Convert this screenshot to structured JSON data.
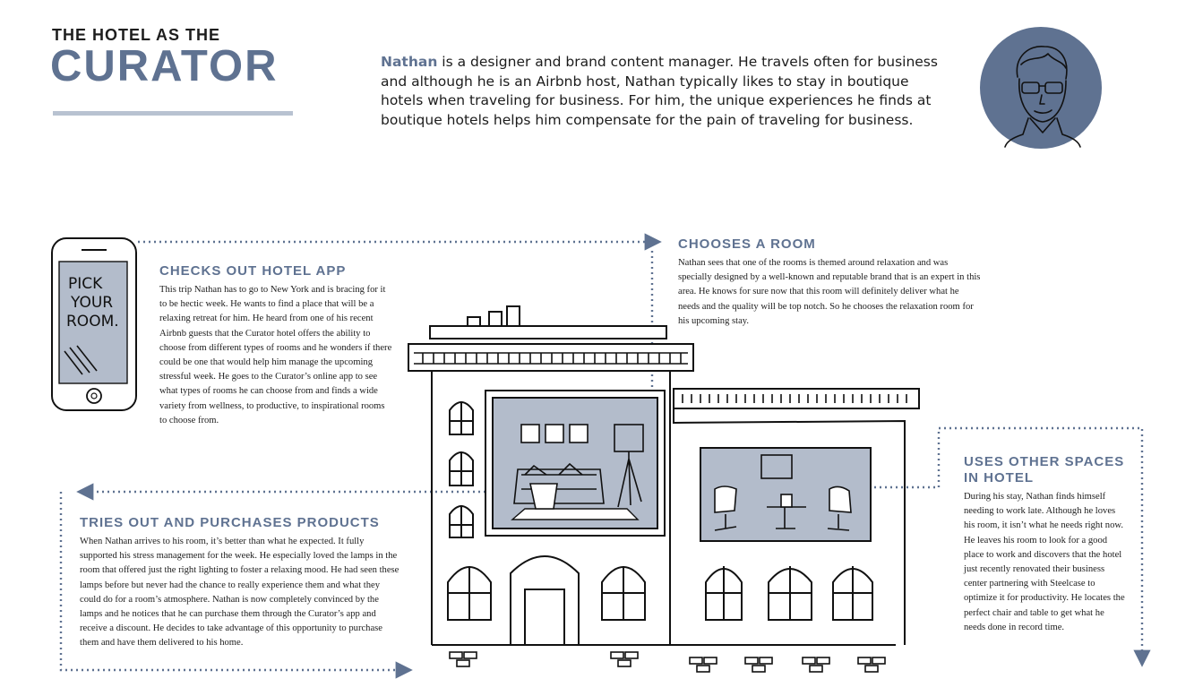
{
  "header": {
    "kicker": "THE HOTEL AS THE",
    "title": "CURATOR"
  },
  "intro": {
    "name": "Nathan",
    "text": " is a designer and brand content manager. He travels often for business and although he is an Airbnb host, Nathan typically likes to stay in boutique hotels when traveling for business. For him, the unique experiences he finds at boutique hotels helps him compensate for the pain of traveling for business."
  },
  "phone": {
    "line1": "PICK",
    "line2": "YOUR",
    "line3": "ROOM."
  },
  "sections": {
    "app": {
      "heading": "CHECKS OUT HOTEL APP",
      "text": "This trip Nathan has to go to New York and is bracing for it to be hectic week. He wants to find a place that will be a relaxing retreat for him. He heard from one of his recent Airbnb guests that the Curator hotel offers the ability to choose from different types of rooms and he wonders if there could be one that would help him manage the upcoming stressful week. He goes to the Curator’s online app to see what types of rooms he can choose from and finds a wide variety from wellness, to productive, to inspirational rooms to choose from."
    },
    "room": {
      "heading": "CHOOSES A ROOM",
      "text": "Nathan sees that one of the rooms is themed around relaxation and was specially designed by a well-known and reputable brand that is an expert in this area. He knows for sure now that this room will definitely deliver what he needs and the quality will be top notch. So he chooses the relaxation room for his upcoming stay."
    },
    "products": {
      "heading": "TRIES OUT AND PURCHASES PRODUCTS",
      "text": "When Nathan arrives to his room, it’s better than what he expected. It fully supported his stress management for the week. He especially loved the lamps in the room that offered just the right lighting to foster a relaxing mood. He had seen these lamps before but never had the chance to really experience them and what they could do for a room’s atmosphere. Nathan is now completely convinced by the lamps and he notices that he can purchase them through the Curator’s app and receive a discount. He decides to take advantage of this opportunity to purchase them and have them delivered to his home."
    },
    "spaces": {
      "heading": "USES OTHER SPACES IN HOTEL",
      "text": "During his stay, Nathan finds himself needing to work late. Although he loves his room, it isn’t what he needs right now. He leaves his room to look for a good place to work and discovers that the hotel just recently renovated their business center partnering with Steelcase to optimize it for productivity. He locates the perfect chair and table to get what he needs done in record time."
    }
  },
  "colors": {
    "accent": "#5f7291",
    "rule": "#b8c2d1",
    "fill": "#b3bccb",
    "ink": "#1c1c1c"
  },
  "icons": [
    "person-portrait-icon",
    "phone-icon",
    "hotel-building-illustration",
    "dotted-arrow-icon"
  ]
}
